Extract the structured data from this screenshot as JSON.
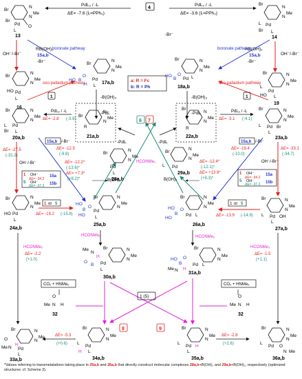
{
  "colors": {
    "black": "#111111",
    "red": "#e01e1e",
    "blue": "#2233cc",
    "teal": "#1a8a7a",
    "magenta": "#e020d8",
    "green": "#1a8a55",
    "navy": "#1a2a90"
  },
  "top": {
    "left_label": "PdL₂ / -L",
    "left_energy": "ΔE= -7.6 (L=PPh₃)",
    "right_label": "PdL₂ / -L",
    "right_energy": "ΔE= -3.6 (L=PPh₃)",
    "box_4": "4"
  },
  "compounds": {
    "c13": "13",
    "c14": "14",
    "c15ab_left": "15a,b",
    "c15ab_right": "15a,b",
    "c16": "16",
    "c17": "17a,b",
    "c18": "18a,b",
    "c19": "19",
    "c20": "20a,b",
    "c21": "21a,b",
    "c22": "22a,b",
    "c23": "23a,b",
    "c24": "24a,b",
    "c25": "25a,b",
    "c26": "26a,b",
    "c27": "27a,b",
    "c28": "28a,b",
    "c29": "29a,b",
    "c30": "30a,b",
    "c31": "31a,b",
    "c32_left": "32",
    "c32_right": "32",
    "c33": "33a,b",
    "c34": "34a,b",
    "c35": "35a,b",
    "c36": "36a,b"
  },
  "reagents": {
    "rboh2_left": "RB(OH)₂",
    "rboh2_right": "RB(OH)₂",
    "br_left": "-Br⁻",
    "br_right": "-Br⁻",
    "boronate_left": "boronate pathway",
    "boronate_right": "boronate pathway",
    "oh_br_left": "OH⁻/-Br⁻",
    "oh_br_right": "OH⁻/-Br⁻",
    "oxo_left": "oxo-palladium pathway",
    "oxo_right": "oxo-palladium pathway",
    "boh3_17": "-B(OH)₃",
    "boh3_18": "-B(OH)₃",
    "minus_l_17": "-PdL",
    "minus_l_18": "-PdL",
    "box_1_left": "1",
    "box_1_right": "1",
    "legend_a": "a: R = Fc",
    "legend_b": "b: R = Ph"
  },
  "row20": {
    "left_arrow_label": "PdL₂ / -L",
    "left_energy_red": "ΔE= -2.8",
    "left_energy_teal": "(-3.9)",
    "right_arrow_label": "PdL₂ / -L",
    "right_energy_red": "ΔE= -3.1",
    "right_energy_teal": "(-4.1)",
    "box_67_6": "6",
    "box_67_7": "7",
    "minus_pdl_l": "-PdL",
    "minus_pdl_r": "-PdL",
    "hconme2_mid": "HCONMe₂"
  },
  "left_column": {
    "e1_red": "ΔE= -27.5",
    "e1_teal": "(-31.2)",
    "oh_br": "OH⁻/-Br⁻",
    "box15": "15a,b",
    "br_minus": "/-Br⁻",
    "e2_red": "ΔE= -12.5",
    "e2_teal": "(-9.8)",
    "e3_red": "ΔE= -12.2*",
    "e3_teal": "(-13.6)*",
    "e4_red": "ΔE= +7.3*",
    "e4_teal": "(+8.2)*",
    "boh3": "B(OH)₃",
    "box_1": "1",
    "box_1_oh": "OH⁻",
    "box_1_e": "ΔE= -34.2",
    "box_5": "5",
    "box_5_oh": "OH⁻",
    "box_5_e": "ΔE= -37.2",
    "box_15a": "15a",
    "box_15b": "15b",
    "box_1or5_1": "1",
    "box_1or5_or": "or",
    "box_1or5_5": "5",
    "e5_red": "ΔE= -19.2",
    "e5_teal": "(-15.8)",
    "hconme2_a": "HCONMe₂",
    "hconme2_b": "HCONMe₂",
    "e6_red": "ΔE= -2.2",
    "e6_teal": "(+1.0)",
    "co2": "CO₂ + HNMe₂",
    "e7_red": "ΔE= -5.3",
    "e7_teal": "(+0.6)"
  },
  "right_column": {
    "e1_red": "ΔE= -33.1",
    "e1_teal": "(-34.7)",
    "oh_br": "OH⁻/-Br⁻",
    "box15": "15a,b",
    "br_minus": "/-Br⁻",
    "e2_red": "ΔE= -19.4",
    "e2_teal": "(-10.0)",
    "e3_red": "ΔE= -12.4*",
    "e3_teal": "(-12.1)*",
    "e4_red": "ΔE= +13.9*",
    "e4_teal": "(+9.3)*",
    "boh3": "B(OH)₃",
    "box_1": "1",
    "box_1_oh": "OH⁻",
    "box_1_e": "ΔE= -34.2",
    "box_5": "5",
    "box_5_oh": "OH⁻",
    "box_5_e": "ΔE= -37.2",
    "box_15a": "15a",
    "box_15b": "15b",
    "box_1or5_1": "1",
    "box_1or5_or": "or",
    "box_1or5_5": "5",
    "e5_red": "ΔE= -13.9",
    "e5_teal": "(-14.9)",
    "hconme2_a": "HCONMe₂",
    "hconme2_b": "HCONMe₂",
    "e6_red": "ΔE= -1.5",
    "e6_teal": "(+1.1)",
    "co2": "CO₂ + HNMe₂",
    "e7_red": "ΔE= -2.8",
    "e7_teal": "(+2.6)"
  },
  "bottom": {
    "box_1or5": "1 (5)",
    "box_8": "8",
    "box_9": "9"
  },
  "atoms": {
    "br": "Br",
    "pd": "Pd",
    "l": "L",
    "n": "N",
    "me": "Me",
    "ho": "HO",
    "b": "B",
    "o": "O",
    "r": "R",
    "h": "H",
    "oh": "OH"
  },
  "footnote": {
    "star": "*",
    "text_1": "Values referring to transmetalations taking place in ",
    "ref_25": "25a,b",
    "text_2": " and ",
    "ref_26": "26a,b",
    "text_3": " that directly construct molecular complexes ",
    "ref_28": "28a,b",
    "text_4": "+B(OH)₃ and ",
    "ref_29": "29a,b",
    "text_5": "+B(OH)₃, respectively (optimized structures: cf. Scheme 3)."
  }
}
